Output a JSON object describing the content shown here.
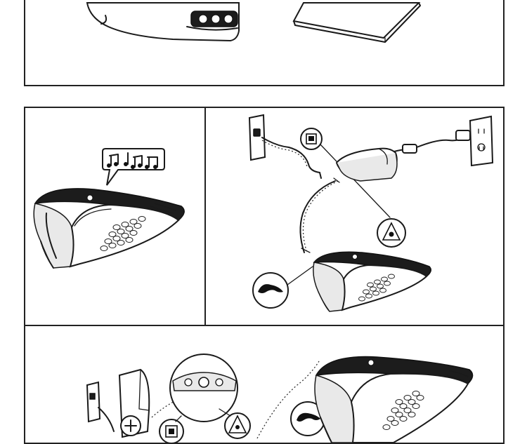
{
  "manual": {
    "sheet": "quick-setup-illustrations",
    "panels": [
      {
        "id": "contents",
        "items": [
          "console-unit",
          "wall-module",
          "manual-booklet"
        ]
      },
      {
        "id": "power-on",
        "items": [
          "console-with-tone-bubble"
        ]
      },
      {
        "id": "connect",
        "items": [
          "phone-jack",
          "wall-outlet",
          "wall-module",
          "console",
          "cables"
        ]
      },
      {
        "id": "wall-mount",
        "items": [
          "wall-plate",
          "wall-module",
          "magnifier",
          "console"
        ]
      }
    ],
    "icons": [
      "phone-jack-icon",
      "speaker-port-icon",
      "handset-icon",
      "music-notes-icon"
    ],
    "colors": {
      "ink": "#1a1a1a",
      "paper": "#ffffff",
      "border": "#222222"
    }
  }
}
